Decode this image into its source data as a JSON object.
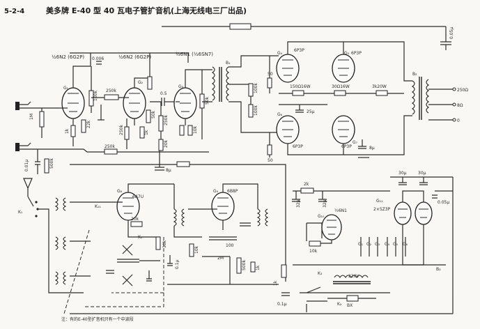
{
  "header": {
    "section_number": "5-2-4",
    "title": "美多牌 E-40 型 40 瓦电子管扩音机(上海无线电三厂出品)"
  },
  "tubes": {
    "v1_label": "G₁",
    "v1_type": "½6N2 (6G2P)",
    "v2_label": "G₂",
    "v2_type": "½6N2 (6G2P)",
    "v3_label": "G₃",
    "v3_type": "½6N1 (½6SN7)",
    "v4_label": "G₄",
    "v5_label": "G₅",
    "v6_label": "G₆",
    "v7_label": "G₇",
    "out_type_a": "6P3P",
    "out_type_b": "6P3P",
    "out_type_c": "6P3P",
    "out_type_d": "6P3P",
    "rf1_label": "G₈",
    "rf1_type": "6A7U",
    "rf2_label": "G₉",
    "rf2_type": "6B8P",
    "mod_label": "G₁₀",
    "mod_type": "½6N1",
    "rect_label": "G₁₁",
    "rect_type": "2×5Z3P"
  },
  "components": {
    "r_1M": "1M",
    "c_0006": "0.006",
    "r_100k_a": "100k",
    "r_250k_a": "250k",
    "r_1k_a": "1k",
    "r_22k": "22k",
    "c_05_a": "0.5",
    "r_250k_b": "250k",
    "r_50k_a": "50k",
    "r_1k_b": "1k",
    "c_01_a": "0.1",
    "r_250k_c": "250k",
    "r_20k_a": "20k",
    "r_10k_a": "10k",
    "c_8u_a": "8μ",
    "r_50k_b": "50k",
    "r_250k_d": "250k",
    "r_500k": "500k",
    "c_001": "0.01μ",
    "r_100k_b": "100k",
    "r_100k_c": "100k",
    "r_150_16w": "150Ω16W",
    "r_30_16w": "30Ω16W",
    "c_25u": "25μ",
    "r_50_a": "50",
    "r_50_b": "50",
    "c_8u_b": "8μ",
    "tr_in": "B₁",
    "tr_out": "B₂",
    "tap_250": "250Ω",
    "tap_8": "8Ω",
    "tap_0": "0",
    "r_3k_20w": "3k20W",
    "c_005_hv": "0.05μ",
    "r_2k": "2k",
    "c_32u": "32μ",
    "c_30u_a": "30μ",
    "c_30u_b": "30μ",
    "c_005_b": "0.05μ",
    "r_10k_b": "10k",
    "r_20k_b": "20k",
    "r_30k": "30k",
    "r_2m": "2M",
    "c_01_b": "0.1μ",
    "c_100": "100",
    "r_500k_b": "500k",
    "r_1k_c": "1k",
    "c_01_c": "0.1μ",
    "heater_5v": "5V",
    "mains": "220V",
    "fuse": "BX",
    "sw_k1": "K₁",
    "sw_k2": "K₂",
    "sw_k3": "K₃",
    "sw_k11": "K₁₁",
    "b3": "B₃",
    "heater_g1": "G₁",
    "heater_g2": "G₂",
    "heater_g3": "G₃",
    "heater_g4": "G₄",
    "heater_g5": "G₅",
    "heater_g6": "G₆"
  },
  "note": "注：有的E-40型扩音机只有一个中波段"
}
